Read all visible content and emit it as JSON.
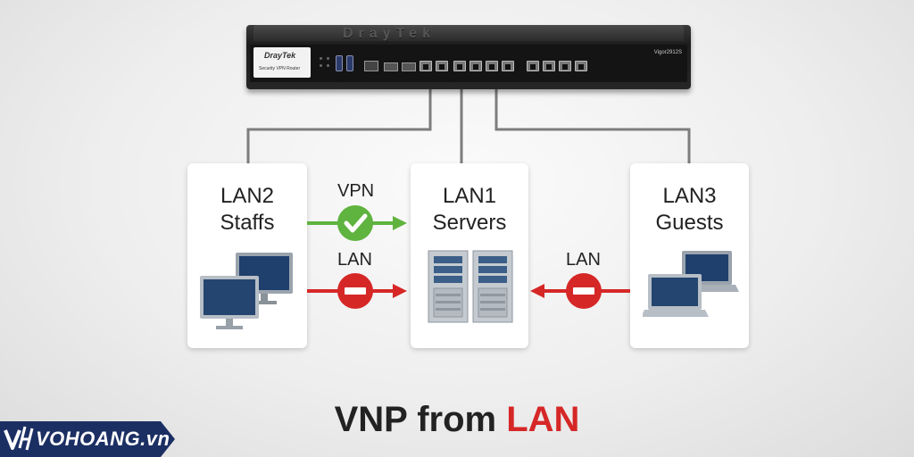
{
  "router": {
    "emboss": "DrayTek",
    "brand": "DrayTek",
    "subtitle": "Security VPN Router",
    "model": "Vigor2912S"
  },
  "zones": {
    "lan2": {
      "line1": "LAN2",
      "line2": "Staffs",
      "icon": "desktop-computers-icon"
    },
    "lan1": {
      "line1": "LAN1",
      "line2": "Servers",
      "icon": "server-towers-icon"
    },
    "lan3": {
      "line1": "LAN3",
      "line2": "Guests",
      "icon": "laptops-icon"
    }
  },
  "links": {
    "vpn": {
      "label": "VPN",
      "status": "allowed",
      "icon": "check-icon",
      "color": "#5fb33f"
    },
    "lan_from_lan2": {
      "label": "LAN",
      "status": "blocked",
      "icon": "no-entry-icon",
      "color": "#d62727"
    },
    "lan_from_lan3": {
      "label": "LAN",
      "status": "blocked",
      "icon": "no-entry-icon",
      "color": "#d62727"
    }
  },
  "footer": {
    "title_part1": "VNP from",
    "title_part2": "LAN"
  },
  "brand": {
    "text": "VOHOANG.vn",
    "logo": "vh-logo-icon",
    "color": "#1b2f63"
  },
  "colors": {
    "wire": "#7a7a7a",
    "allowed": "#5fb33f",
    "blocked": "#d62727"
  }
}
